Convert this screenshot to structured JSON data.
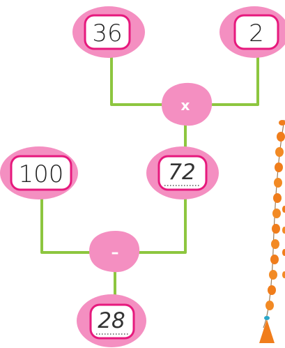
{
  "numbers": {
    "top_left": "36",
    "top_right": "2",
    "middle_left": "100",
    "product_answer": "72",
    "final_answer": "28"
  },
  "operations": {
    "multiply": "x",
    "subtract": "–"
  },
  "colors": {
    "connector": "#8dc63f",
    "blob": "#f48fc1",
    "box_border": "#e6197d",
    "box_fill": "#ffffff",
    "beads": "#f07d1b"
  }
}
